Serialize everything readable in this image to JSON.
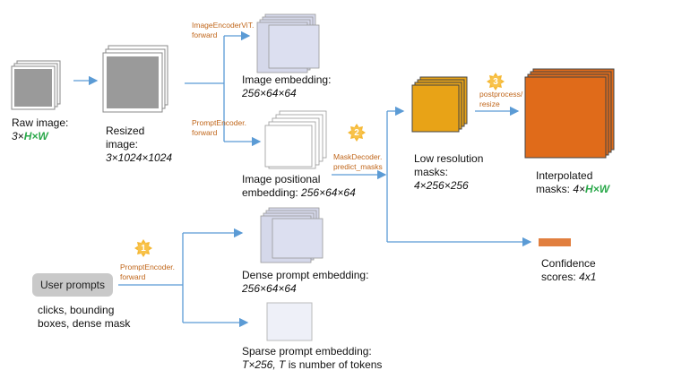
{
  "raw_image": {
    "title": "Raw image:",
    "dims_prefix": "3×",
    "dims_var": "H×W"
  },
  "resized_image": {
    "line1": "Resized",
    "line2": "image:",
    "dims": "3×1024×1024"
  },
  "image_encoder_fn": {
    "line1": "ImageEncoderViT.",
    "line2": "forward"
  },
  "prompt_encoder_fn_top": {
    "line1": "PromptEncoder.",
    "line2": "forward"
  },
  "image_embedding": {
    "title": "Image embedding:",
    "dims": "256×64×64"
  },
  "image_pos_embedding": {
    "line1": "Image positional",
    "line2_prefix": "embedding: ",
    "dims": "256×64×64"
  },
  "mask_decoder_fn": {
    "line1": "MaskDecoder.",
    "line2": "predict_masks"
  },
  "low_res_masks": {
    "line1": "Low resolution",
    "line2": "masks:",
    "dims": "4×256×256"
  },
  "postprocess_fn": {
    "line1": "postprocess/",
    "line2": "resize"
  },
  "interpolated_masks": {
    "line1": "Interpolated",
    "line2_prefix": "masks: ",
    "dims_prefix": "4×",
    "dims_var": "H×W"
  },
  "confidence": {
    "line1": "Confidence",
    "line2_prefix": "scores: ",
    "dims": "4x1"
  },
  "user_prompts": {
    "label": "User prompts",
    "desc_line1": "clicks, bounding",
    "desc_line2": "boxes,  dense mask"
  },
  "prompt_encoder_fn_bottom": {
    "line1": "PromptEncoder.",
    "line2": "forward"
  },
  "dense_embedding": {
    "title": "Dense prompt embedding:",
    "dims": "256×64×64"
  },
  "sparse_embedding": {
    "title": "Sparse prompt embedding:",
    "line2_dims": "T×256, T",
    "line2_rest": " is number of tokens"
  },
  "badges": [
    "1",
    "2",
    "3"
  ],
  "colors": {
    "arrow": "#5b9bd5",
    "function_text": "#c0661a",
    "badge": "#f5b731",
    "highlight_var": "#2aa84a",
    "low_res_fill": "#e8a317",
    "interp_fill": "#e06b1a",
    "confidence_bar": "#e17f3f"
  }
}
